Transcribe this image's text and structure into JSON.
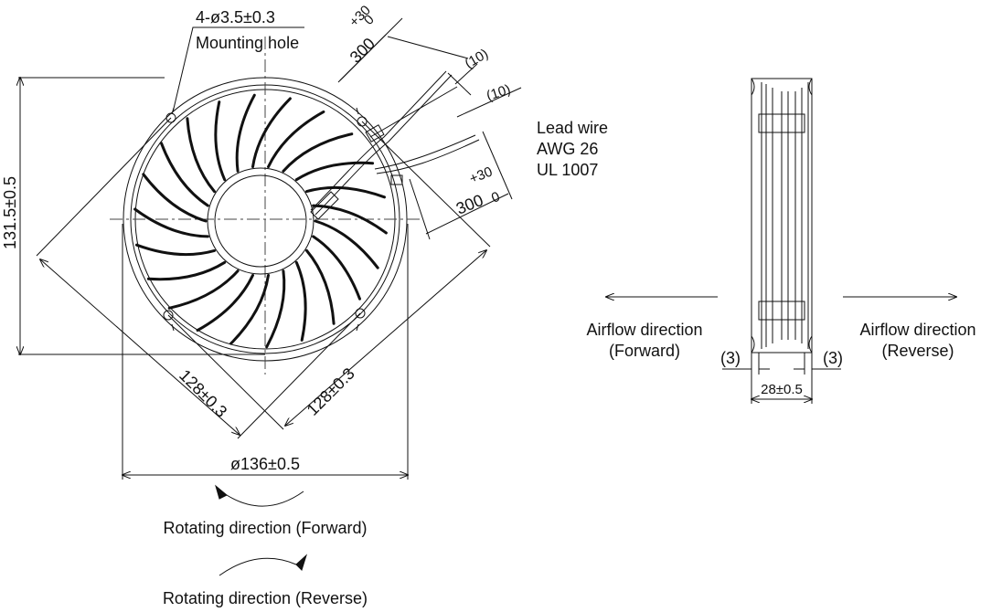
{
  "dims": {
    "mounting_hole_spec": "4-ø3.5±0.3",
    "mounting_hole_label": "Mounting hole",
    "height": "131.5±0.5",
    "diag_left": "128±0.3",
    "diag_right": "128±0.3",
    "diameter": "ø136±0.5",
    "lead_upper_len": "300",
    "lead_upper_tol_plus": "+30",
    "lead_upper_tol_zero": "0",
    "lead_lower_len": "300",
    "lead_lower_tol_plus": "+30",
    "lead_lower_tol_zero": "0",
    "strip_upper": "(10)",
    "strip_lower": "(10)",
    "side_left": "(3)",
    "side_right": "(3)",
    "thickness": "28±0.5"
  },
  "lead_wire": {
    "line1": "Lead wire",
    "line2": "AWG 26",
    "line3": "UL 1007"
  },
  "airflow": {
    "forward_line1": "Airflow direction",
    "forward_line2": "(Forward)",
    "reverse_line1": "Airflow direction",
    "reverse_line2": "(Reverse)"
  },
  "rotation": {
    "forward": "Rotating direction (Forward)",
    "reverse": "Rotating direction (Reverse)"
  }
}
